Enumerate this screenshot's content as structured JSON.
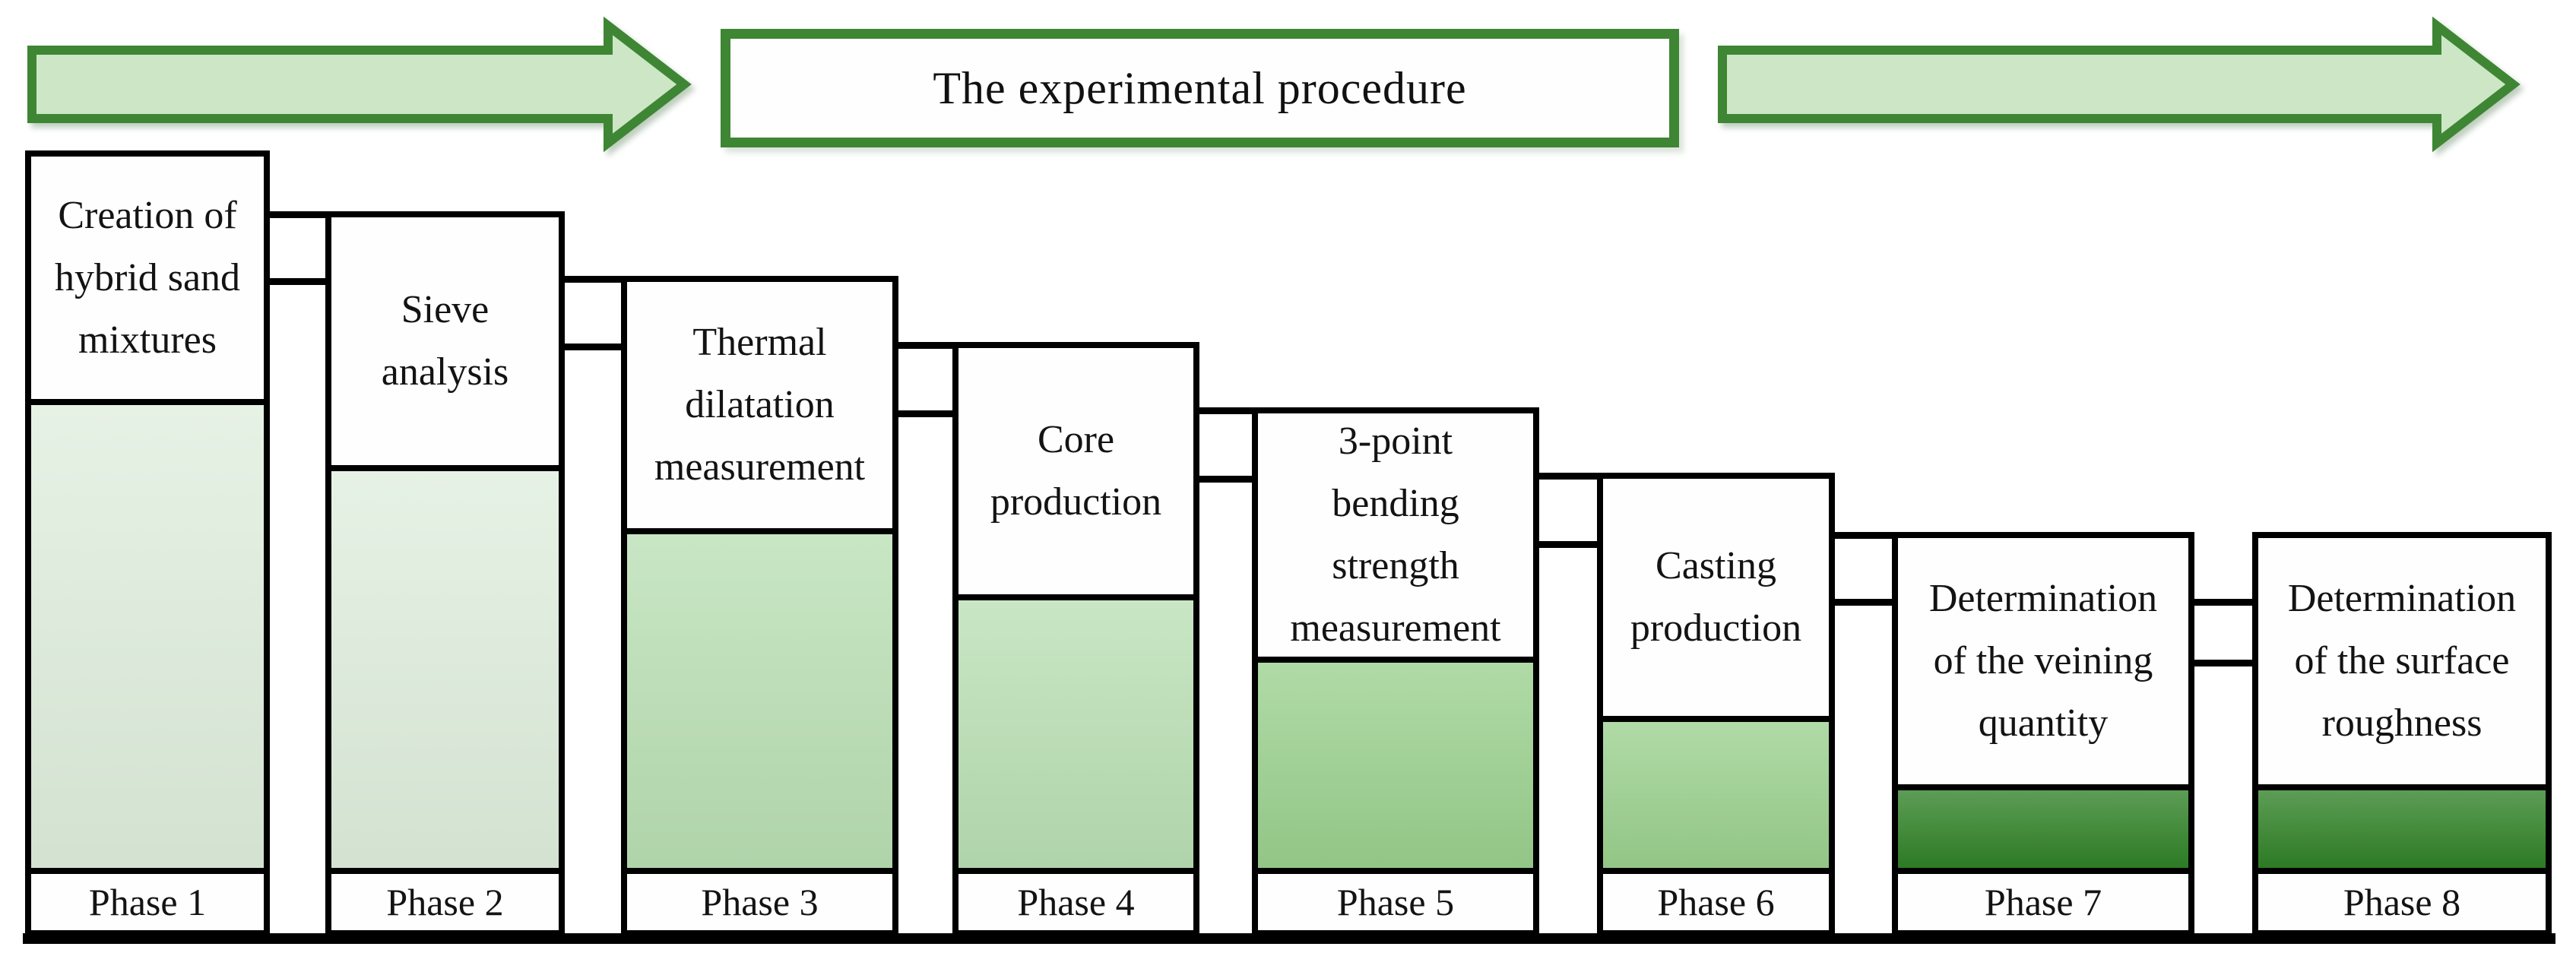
{
  "title": {
    "text": "The experimental procedure"
  },
  "arrows": {
    "left": {
      "icon": "right-pointing-flow-arrow-icon"
    },
    "right": {
      "icon": "right-pointing-flow-arrow-icon"
    }
  },
  "colors": {
    "green_border": "#3e8634",
    "arrow_fill": "#cde6c6",
    "box_border": "#000000",
    "fill_lightest": "#dfeedd",
    "fill_medium_light": "#b9dfb3",
    "fill_medium": "#9ad08d",
    "fill_dark": "#2f8126"
  },
  "phases": [
    {
      "label": "Phase 1",
      "text": "Creation of hybrid sand mixtures",
      "lines": [
        "Creation of",
        "hybrid sand",
        "mixtures"
      ],
      "fill_color": "#dfeedd"
    },
    {
      "label": "Phase 2",
      "text": "Sieve analysis",
      "lines": [
        "Sieve",
        "analysis"
      ],
      "fill_color": "#dfeedd"
    },
    {
      "label": "Phase 3",
      "text": "Thermal dilatation measurement",
      "lines": [
        "Thermal",
        "dilatation",
        "measurement"
      ],
      "fill_color": "#b9dfb3"
    },
    {
      "label": "Phase 4",
      "text": "Core production",
      "lines": [
        "Core",
        "production"
      ],
      "fill_color": "#b9dfb3"
    },
    {
      "label": "Phase 5",
      "text": "3-point bending strength measurement",
      "lines": [
        "3-point",
        "bending",
        "strength",
        "measurement"
      ],
      "fill_color": "#9ad08d"
    },
    {
      "label": "Phase 6",
      "text": "Casting production",
      "lines": [
        "Casting",
        "production"
      ],
      "fill_color": "#9ad08d"
    },
    {
      "label": "Phase 7",
      "text": "Determination of the veining quantity",
      "lines": [
        "Determination",
        "of the veining",
        "quantity"
      ],
      "fill_color": "#2f8126"
    },
    {
      "label": "Phase 8",
      "text": "Determination of the surface roughness",
      "lines": [
        "Determination",
        "of the surface",
        "roughness"
      ],
      "fill_color": "#2f8126"
    }
  ]
}
